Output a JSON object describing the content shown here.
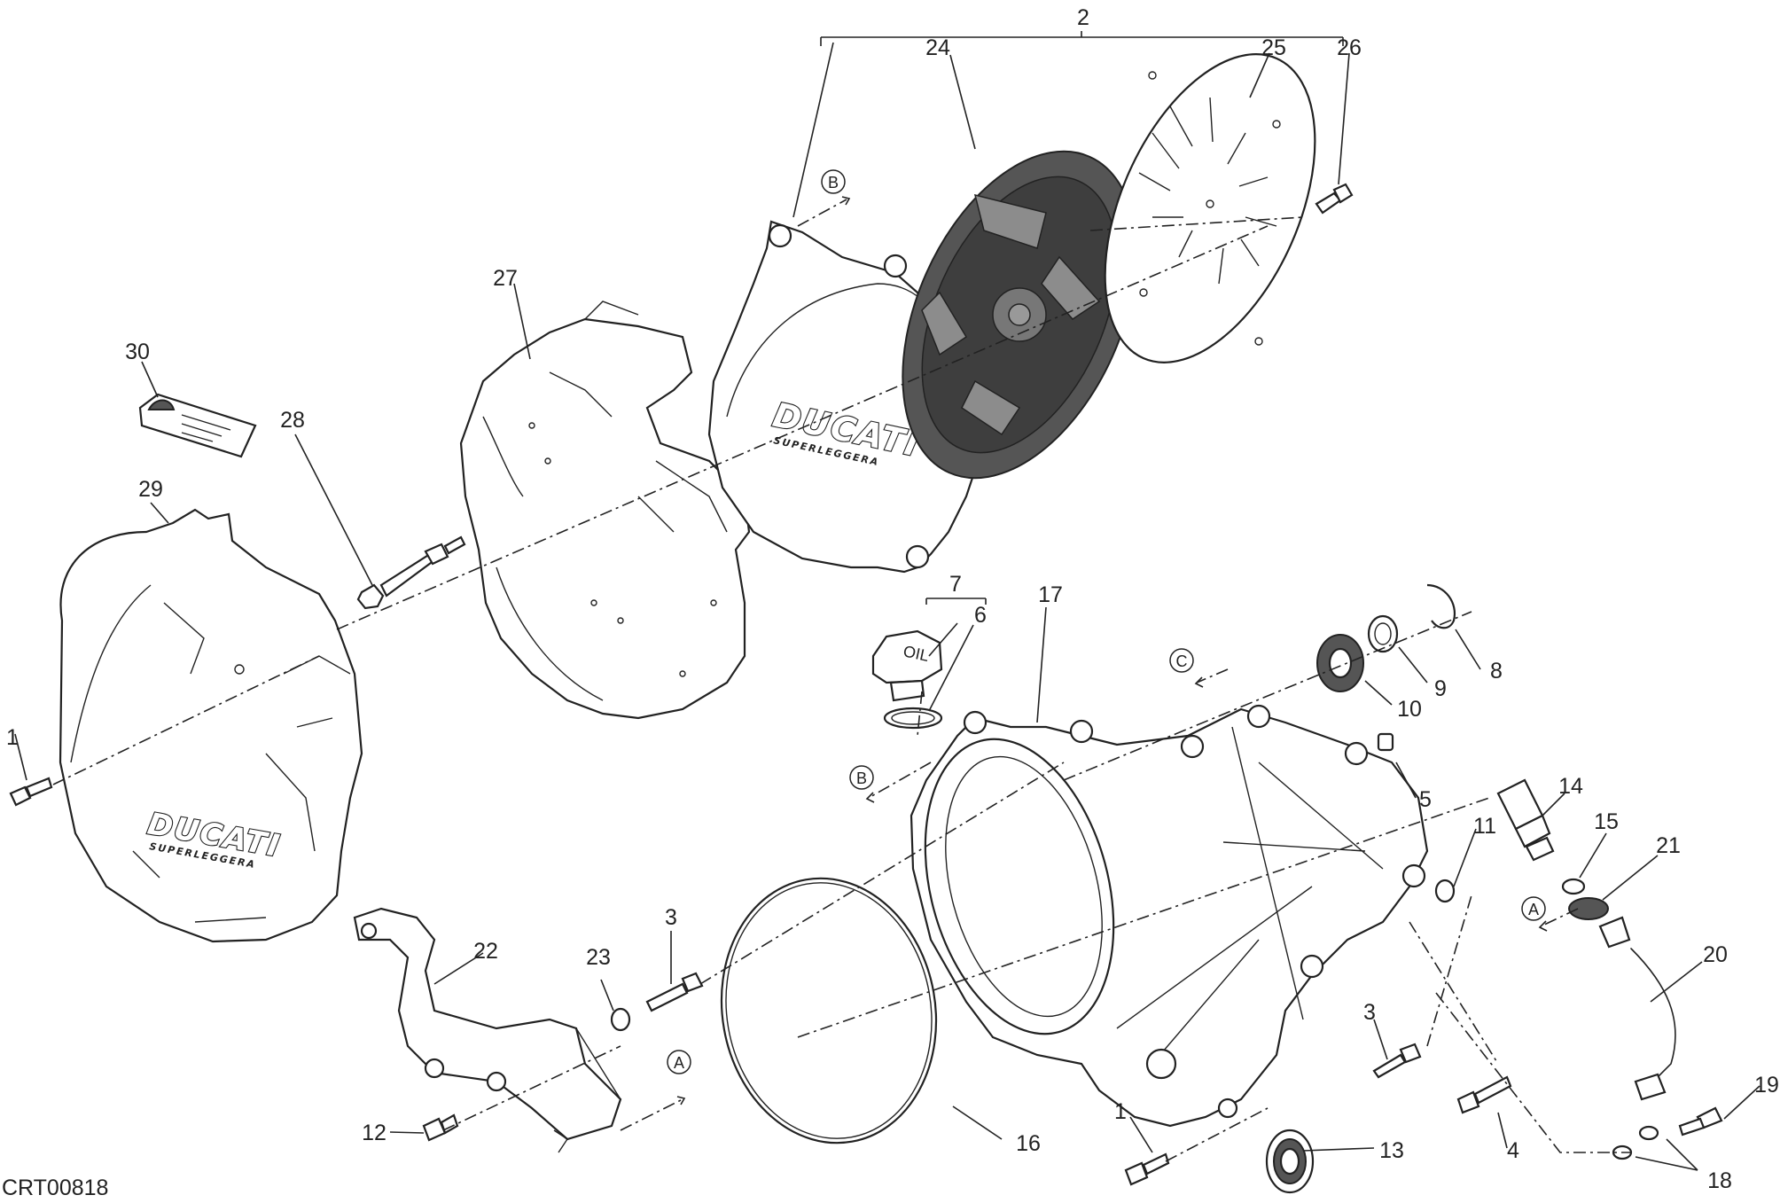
{
  "diagram": {
    "drawing_code": "CRT00818",
    "brand_mark": "DUCATI",
    "brand_mark_sub": "SUPERLEGGERA",
    "oil_cap_text": "OIL",
    "reference_letters": [
      "A",
      "B",
      "C"
    ],
    "callouts": [
      "1",
      "2",
      "3",
      "4",
      "5",
      "6",
      "7",
      "8",
      "9",
      "10",
      "11",
      "12",
      "13",
      "14",
      "15",
      "16",
      "17",
      "18",
      "19",
      "20",
      "21",
      "22",
      "23",
      "24",
      "25",
      "26",
      "27",
      "28",
      "29",
      "30"
    ]
  }
}
